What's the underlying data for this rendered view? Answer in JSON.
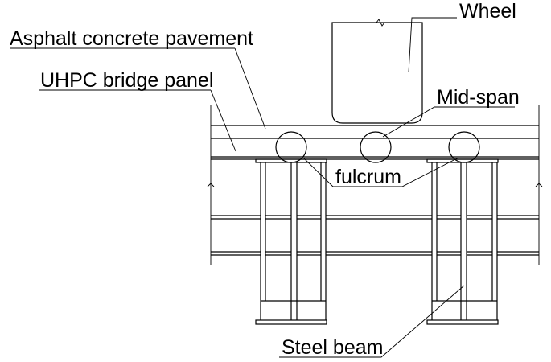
{
  "labels": {
    "wheel": "Wheel",
    "asphalt": "Asphalt concrete pavement",
    "uhpc": "UHPC bridge panel",
    "midspan": "Mid-span",
    "fulcrum": "fulcrum",
    "steel_beam": "Steel beam"
  }
}
